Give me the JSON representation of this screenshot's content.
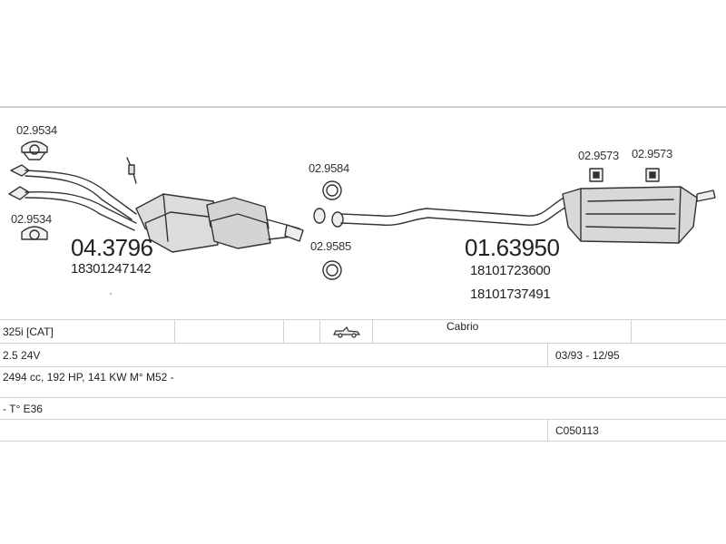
{
  "diagram": {
    "parts": [
      {
        "id": "gasket_top_left",
        "label": "02.9534"
      },
      {
        "id": "gasket_bottom_left",
        "label": "02.9534"
      },
      {
        "id": "gasket_mid_top",
        "label": "02.9584"
      },
      {
        "id": "gasket_mid_bottom",
        "label": "02.9585"
      },
      {
        "id": "mount_right_1",
        "label": "02.9573"
      },
      {
        "id": "mount_right_2",
        "label": "02.9573"
      }
    ],
    "front_section": {
      "part_number": "04.3796",
      "oem_numbers": [
        "18301247142"
      ]
    },
    "rear_section": {
      "part_number": "01.63950",
      "oem_numbers": [
        "18101723600",
        "18101737491"
      ]
    },
    "mark": "·"
  },
  "table": {
    "rows": [
      {
        "model": "325i  [CAT]",
        "body_icon": "convertible-car-icon",
        "body": "Cabrio",
        "extra": ""
      },
      {
        "engine": "2.5 24V",
        "dates": "03/93 - 12/95"
      },
      {
        "spec": "2494 cc, 192 HP, 141 KW M° M52 -"
      },
      {
        "chassis": "- T° E36"
      },
      {
        "code": "C050113"
      }
    ]
  }
}
